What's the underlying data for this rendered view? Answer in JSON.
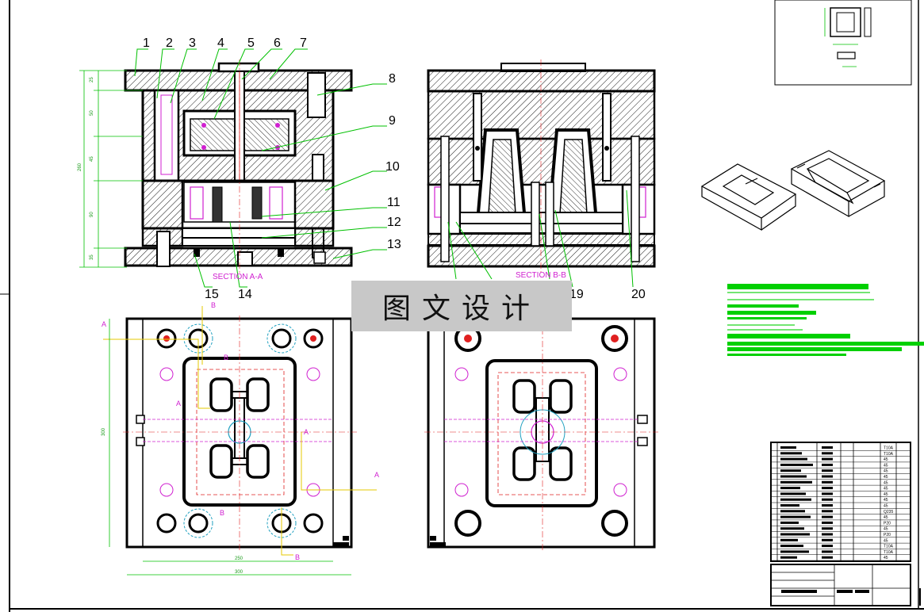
{
  "callouts": {
    "n1": "1",
    "n2": "2",
    "n3": "3",
    "n4": "4",
    "n5": "5",
    "n6": "6",
    "n7": "7",
    "n8": "8",
    "n9": "9",
    "n10": "10",
    "n11": "11",
    "n12": "12",
    "n13": "13",
    "n14": "14",
    "n15": "15",
    "n19": "19",
    "n20": "20"
  },
  "sections": {
    "a": "SECTION A-A",
    "b": "SECTION B-B"
  },
  "section_letters": {
    "A": "A",
    "B": "B"
  },
  "dims": {
    "d25": "25",
    "d50": "50",
    "d45": "45",
    "d260": "260",
    "d90": "90",
    "d35": "35",
    "d300": "300",
    "d250": "250",
    "d300w": "300"
  },
  "watermark": "图文设计",
  "title_block_materials": [
    "T10A",
    "T10A",
    "45",
    "45",
    "45",
    "45",
    "45",
    "45",
    "45",
    "45",
    "45",
    "Q235",
    "45",
    "P20",
    "45",
    "P20",
    "45",
    "T10A",
    "T10A",
    "45"
  ],
  "colors": {
    "line": "#000000",
    "green": "#00d000",
    "magenta": "#d020d0",
    "red": "#e02020",
    "yellow": "#e6c800",
    "cyan": "#20a0c0"
  }
}
